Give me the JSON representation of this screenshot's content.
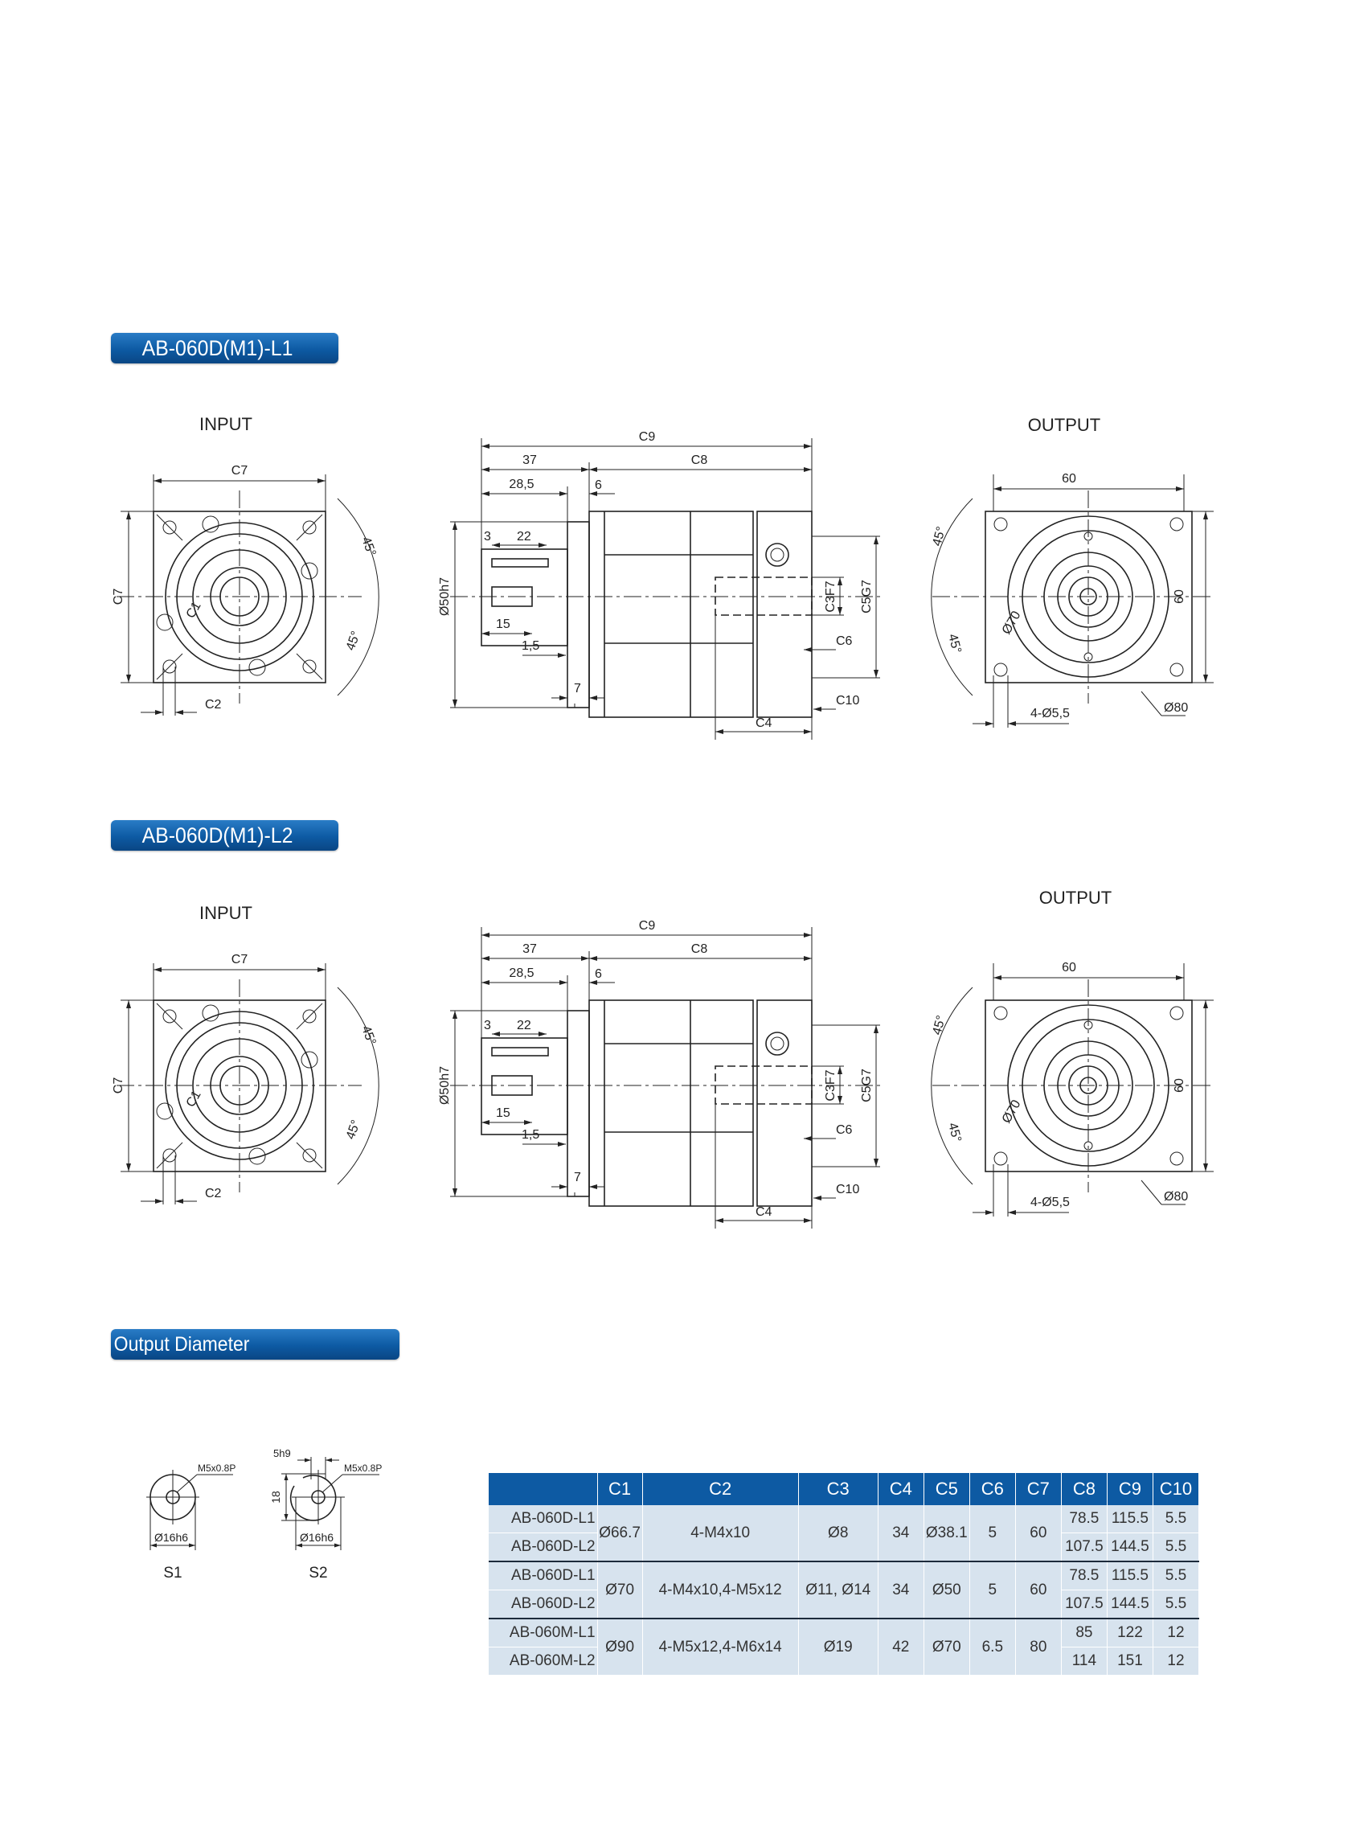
{
  "sections": [
    {
      "title": "AB-060D(M1)-L1",
      "input_label": "INPUT",
      "output_label": "OUTPUT"
    },
    {
      "title": "AB-060D(M1)-L2",
      "input_label": "INPUT",
      "output_label": "OUTPUT"
    }
  ],
  "dims": {
    "c7": "C7",
    "c2": "C2",
    "c1": "C1",
    "deg45": "45°",
    "c9": "C9",
    "d37": "37",
    "c8": "C8",
    "d28_5": "28,5",
    "d6": "6",
    "d3": "3",
    "d22": "22",
    "d15": "15",
    "d1_5": "1,5",
    "d7": "7",
    "phi50h7": "Ø50h7",
    "c3f7": "C3F7",
    "c5g7": "C5G7",
    "c6": "C6",
    "c10": "C10",
    "c4": "C4",
    "d60": "60",
    "phi70": "Ø70",
    "holes": "4-Ø5,5",
    "phi80": "Ø80"
  },
  "output_diameter": {
    "title": "Output Diameter",
    "s1": {
      "label": "S1",
      "thread": "M5x0.8P",
      "diameter": "Ø16h6"
    },
    "s2": {
      "label": "S2",
      "thread": "M5x0.8P",
      "diameter": "Ø16h6",
      "key": "5h9",
      "height": "18"
    }
  },
  "table": {
    "headers": [
      "",
      "C1",
      "C2",
      "C3",
      "C4",
      "C5",
      "C6",
      "C7",
      "C8",
      "C9",
      "C10"
    ],
    "groups": [
      {
        "models": [
          "AB-060D-L1",
          "AB-060D-L2"
        ],
        "c1": "Ø66.7",
        "c2": "4-M4x10",
        "c3": "Ø8",
        "c4": "34",
        "c5": "Ø38.1",
        "c6": "5",
        "c7": "60",
        "rows": [
          {
            "c8": "78.5",
            "c9": "115.5",
            "c10": "5.5"
          },
          {
            "c8": "107.5",
            "c9": "144.5",
            "c10": "5.5"
          }
        ]
      },
      {
        "models": [
          "AB-060D-L1",
          "AB-060D-L2"
        ],
        "c1": "Ø70",
        "c2": "4-M4x10,4-M5x12",
        "c3": "Ø11, Ø14",
        "c4": "34",
        "c5": "Ø50",
        "c6": "5",
        "c7": "60",
        "rows": [
          {
            "c8": "78.5",
            "c9": "115.5",
            "c10": "5.5"
          },
          {
            "c8": "107.5",
            "c9": "144.5",
            "c10": "5.5"
          }
        ]
      },
      {
        "models": [
          "AB-060M-L1",
          "AB-060M-L2"
        ],
        "c1": "Ø90",
        "c2": "4-M5x12,4-M6x14",
        "c3": "Ø19",
        "c4": "42",
        "c5": "Ø70",
        "c6": "6.5",
        "c7": "80",
        "rows": [
          {
            "c8": "85",
            "c9": "122",
            "c10": "12"
          },
          {
            "c8": "114",
            "c9": "151",
            "c10": "12"
          }
        ]
      }
    ]
  }
}
